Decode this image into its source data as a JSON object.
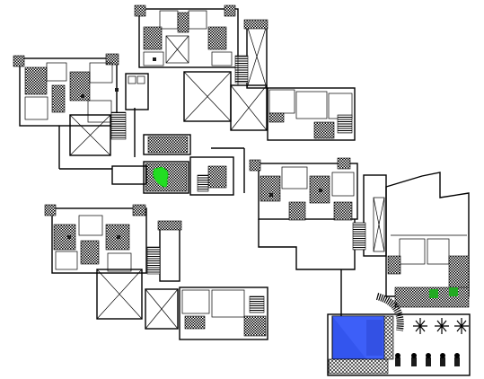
{
  "drawing": {
    "kind": "architectural-floor-plan",
    "colors": {
      "line": "#000000",
      "background": "#ffffff",
      "garden_fill": "#22dd22",
      "pool_fill": "#3355ee",
      "pool_shade": "#1a33bb"
    },
    "blocks": [
      {
        "id": "block-top-center"
      },
      {
        "id": "block-left"
      },
      {
        "id": "block-middle-right"
      },
      {
        "id": "block-bottom-left"
      },
      {
        "id": "block-right"
      }
    ],
    "features": [
      "courtyard-garden",
      "swimming-pool",
      "pool-deck-loungers",
      "open-shafts"
    ]
  }
}
